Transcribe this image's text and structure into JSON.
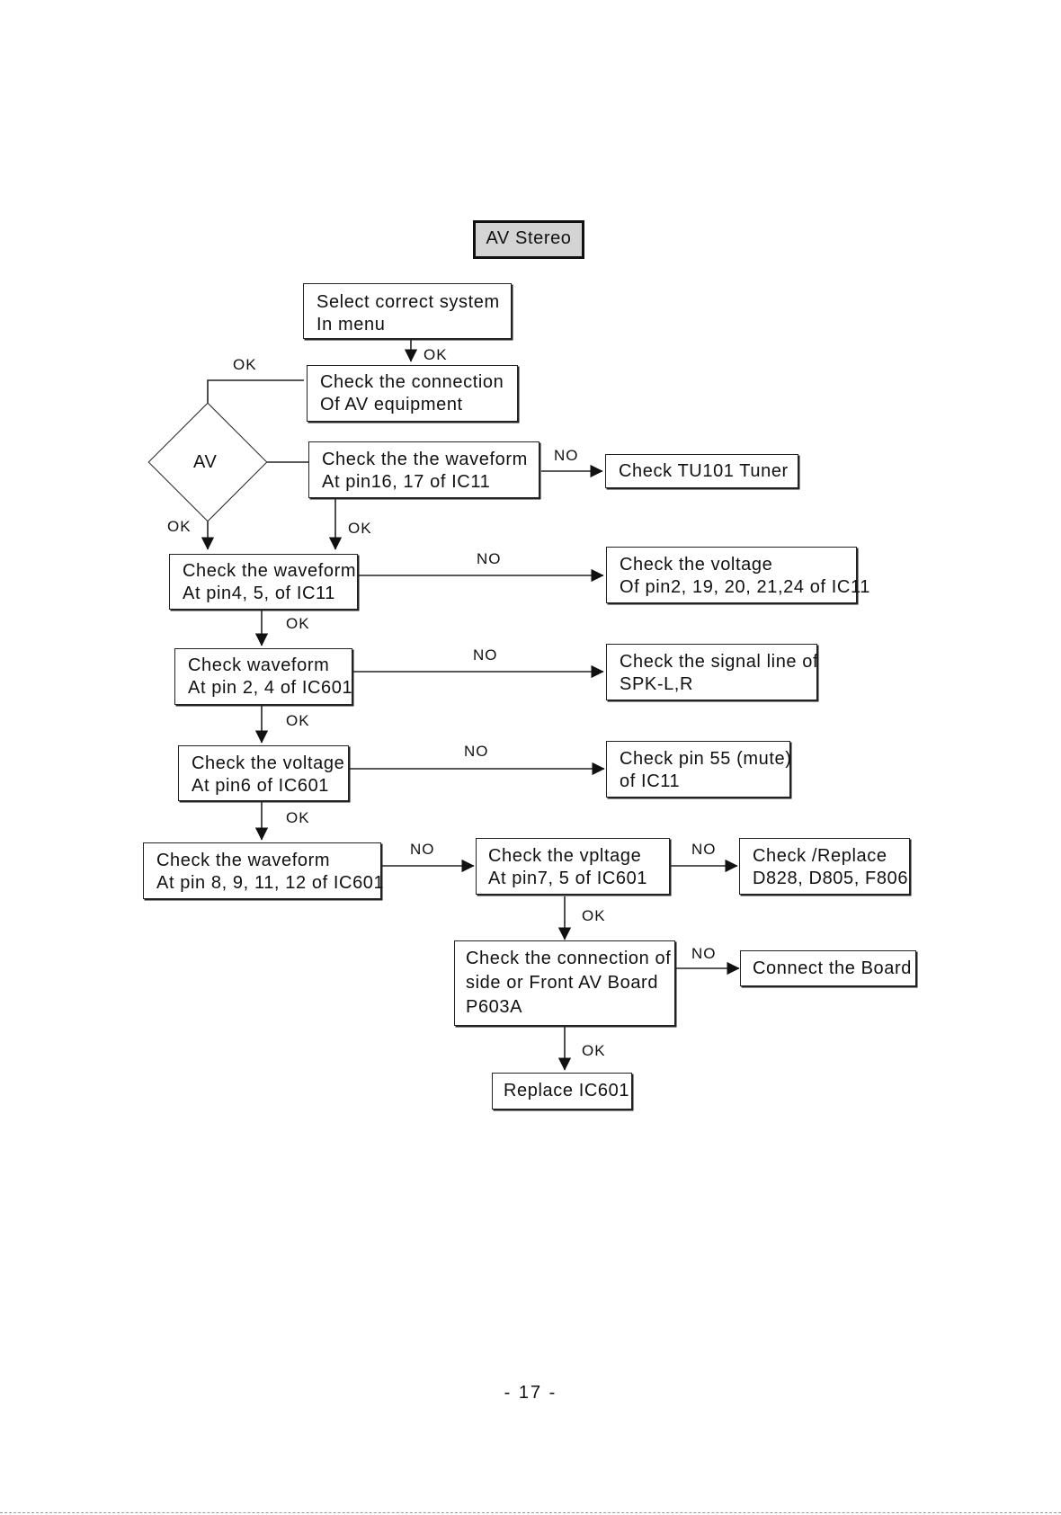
{
  "title": "AV Stereo",
  "nodes": {
    "select_system": [
      "Select correct system",
      "In menu"
    ],
    "check_connection_av": [
      "Check the connection",
      "Of AV equipment"
    ],
    "av_decision": "AV",
    "check_waveform_pin16": [
      "Check the the waveform",
      "At pin16, 17 of IC11"
    ],
    "check_tu101": [
      "Check TU101 Tuner"
    ],
    "check_waveform_pin4": [
      "Check the waveform",
      "At pin4, 5, of IC11"
    ],
    "check_voltage_pin2": [
      "Check the voltage",
      "Of pin2, 19, 20, 21,24 of IC11"
    ],
    "check_waveform_ic601": [
      "Check waveform",
      "At pin 2, 4 of IC601"
    ],
    "check_signal_line": [
      "Check the signal line of",
      "SPK-L,R"
    ],
    "check_voltage_pin6": [
      "Check the voltage",
      "At pin6 of IC601"
    ],
    "check_pin55": [
      "Check pin 55 (mute)",
      "of IC11"
    ],
    "check_waveform_pin8": [
      "Check the waveform",
      "At pin 8, 9, 11, 12 of IC601"
    ],
    "check_vpltage_pin7": [
      "Check the  vpltage",
      "At pin7, 5 of IC601"
    ],
    "check_replace_d828": [
      "Check /Replace",
      "D828, D805, F806"
    ],
    "check_connection_side": [
      "Check the connection of",
      "side or Front AV Board",
      "P603A"
    ],
    "connect_board": [
      "Connect the Board"
    ],
    "replace_ic601": [
      "Replace IC601"
    ]
  },
  "edge_labels": {
    "ok": "OK",
    "no": "NO"
  },
  "page_number": "-  17  -"
}
